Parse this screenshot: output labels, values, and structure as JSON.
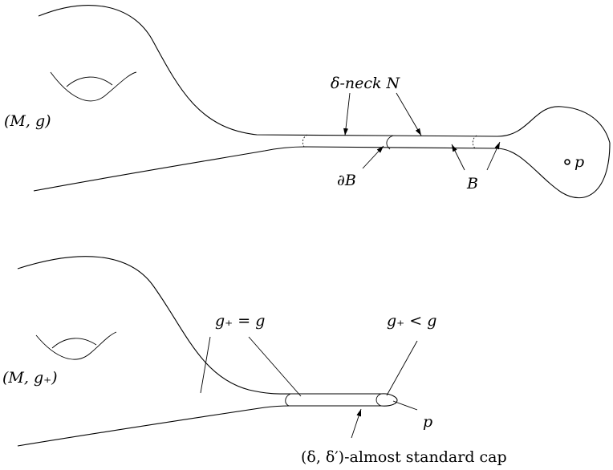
{
  "top_panel": {
    "manifold_label": "(M, g)",
    "neck_label": "δ-neck N",
    "boundary_label": "∂B",
    "region_label": "B",
    "point_label": "p"
  },
  "bottom_panel": {
    "manifold_label": "(M, g₊)",
    "equal_label": "g₊ = g",
    "less_label": "g₊ < g",
    "point_label": "p",
    "cap_label": "(δ, δ′)-almost standard cap"
  }
}
